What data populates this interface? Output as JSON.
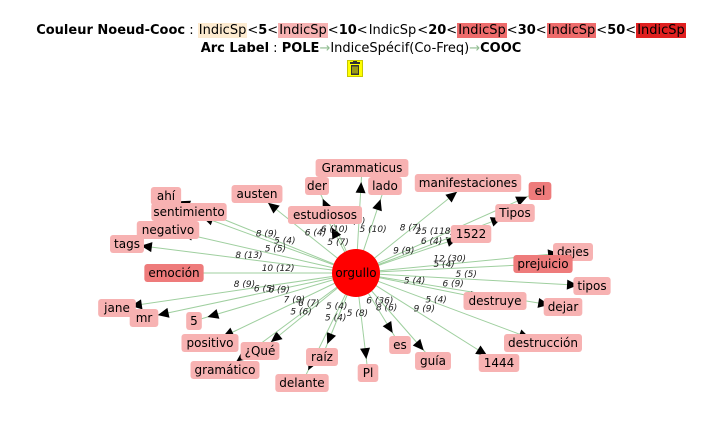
{
  "legend": {
    "title": "Couleur Noeud-Cooc",
    "colon1": " : ",
    "lt": "<",
    "scale": [
      {
        "label": "IndicSp",
        "color": "#fdebd0"
      },
      {
        "sep": "5"
      },
      {
        "label": "IndicSp",
        "color": "#f7b2b2"
      },
      {
        "sep": "10"
      },
      {
        "label": "IndicSp",
        "color": "#ffffff"
      },
      {
        "sep": "20"
      },
      {
        "label": "IndicSp",
        "color": "#ee6b6b"
      },
      {
        "sep": "30"
      },
      {
        "label": "IndicSp",
        "color": "#f07070"
      },
      {
        "sep": "50"
      },
      {
        "label": "IndicSp",
        "color": "#e02020"
      }
    ],
    "arc_title": "Arc Label",
    "colon2": " : ",
    "pole": "POLE",
    "arrow": "→",
    "indic": "IndiceSpécif(Co-Freq)",
    "cooc": "COOC"
  },
  "center": {
    "label": "orgullo",
    "color": "#ff0000"
  },
  "nodes": [
    {
      "label": "Grammaticus",
      "color": "#f7b2b2"
    },
    {
      "label": "lado",
      "color": "#f7b2b2"
    },
    {
      "label": "der",
      "color": "#f7b2b2"
    },
    {
      "label": "austen",
      "color": "#f7b2b2"
    },
    {
      "label": "ahí",
      "color": "#f7b2b2"
    },
    {
      "label": "sentimiento",
      "color": "#f7b2b2"
    },
    {
      "label": "estudiosos",
      "color": "#f7b2b2"
    },
    {
      "label": "negativo",
      "color": "#f7b2b2"
    },
    {
      "label": "tags",
      "color": "#f7b2b2"
    },
    {
      "label": "emoción",
      "color": "#ee7b7b"
    },
    {
      "label": "jane",
      "color": "#f7b2b2"
    },
    {
      "label": "mr",
      "color": "#f7b2b2"
    },
    {
      "label": "5",
      "color": "#f7b2b2"
    },
    {
      "label": "positivo",
      "color": "#f7b2b2"
    },
    {
      "label": "¿Qué",
      "color": "#f7b2b2"
    },
    {
      "label": "gramático",
      "color": "#f7b2b2"
    },
    {
      "label": "raíz",
      "color": "#f7b2b2"
    },
    {
      "label": "delante",
      "color": "#f7b2b2"
    },
    {
      "label": "Pl",
      "color": "#f7b2b2"
    },
    {
      "label": "es",
      "color": "#f7b2b2"
    },
    {
      "label": "guía",
      "color": "#f7b2b2"
    },
    {
      "label": "1444",
      "color": "#f7b2b2"
    },
    {
      "label": "destrucción",
      "color": "#f7b2b2"
    },
    {
      "label": "dejar",
      "color": "#f7b2b2"
    },
    {
      "label": "destruye",
      "color": "#f7b2b2"
    },
    {
      "label": "tipos",
      "color": "#f7b2b2"
    },
    {
      "label": "dejes",
      "color": "#f7b2b2"
    },
    {
      "label": "prejuicio",
      "color": "#ee7b7b"
    },
    {
      "label": "1522",
      "color": "#f7b2b2"
    },
    {
      "label": "Tipos",
      "color": "#f7b2b2"
    },
    {
      "label": "el",
      "color": "#ee7b7b"
    },
    {
      "label": "manifestaciones",
      "color": "#f7b2b2"
    }
  ],
  "edge_labels": [
    "5 (7)",
    "5 (10)",
    "6 (10)",
    "6 (4)",
    "8 (9)",
    "5 (4)",
    "5 (7)",
    "5 (5)",
    "8 (13)",
    "10 (12)",
    "8 (9)",
    "6 (5)",
    "6 (9)",
    "7 (9)",
    "6 (7)",
    "5 (6)",
    "5 (4)",
    "5 (4)",
    "5 (8)",
    "6 (36)",
    "8 (6)",
    "9 (9)",
    "5 (4)",
    "6 (9)",
    "5 (4)",
    "5 (5)",
    "12 (30)",
    "5 (4)",
    "9 (9)",
    "6 (4)",
    "25 (118)",
    "8 (7)"
  ]
}
